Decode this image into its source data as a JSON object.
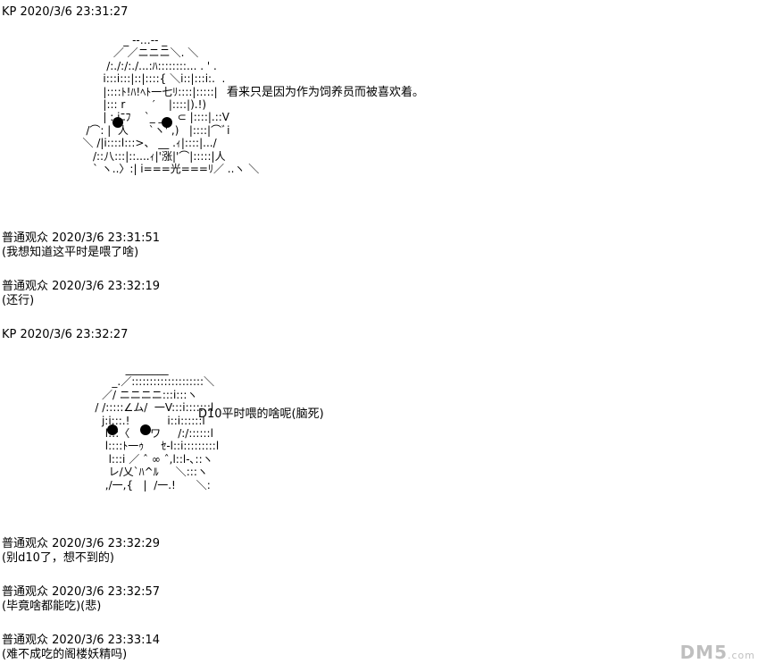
{
  "posts": [
    {
      "header": "KP 2020/3/6 23:31:27"
    },
    {
      "header": "普通观众 2020/3/6 23:31:51",
      "body": "(我想知道这平时是喂了啥)"
    },
    {
      "header": "普通观众 2020/3/6 23:32:19",
      "body": "(还行)"
    },
    {
      "header": "KP 2020/3/6 23:32:27"
    },
    {
      "header": "普通观众 2020/3/6 23:32:29",
      "body": "(别d10了，想不到的)"
    },
    {
      "header": "普通观众 2020/3/6 23:32:57",
      "body": "(毕竟啥都能吃)(悲)"
    },
    {
      "header": "普通观众 2020/3/6 23:33:14",
      "body": "(难不成吃的阁楼妖精吗)"
    }
  ],
  "art1": {
    "art": "                    _ -‐…‐- _\n                 ／ ／ニニニ＼. ＼\n               /:./:/:./...:ﾊ::::::::... . ' .\n              i:::i:::|::|::::{ ＼i::|:::i:.  .\n              |::::ﾄ!ﾊ!ﾍﾄ一七ﾘ::::|:::::|\n              |::: r        ′    |::::|).!)\n              | : iﾆﾌ    `_ _ ,  ⊂ |::::|.::V\n         /⌒: |  人      `ヽ' ,)   |::::|⌒ﾞi\n        ＼ /|i::::l:::>、 __ .ｨ|::::|.../\n           /::八:::|::....ｨ|'涨|'⌒|:::::|人\n           ` ヽ..〉:| i===光===ﾘ／ ..ヽ ＼",
    "side_text": "看来只是因为作为饲养员而被喜欢着。"
  },
  "art2": {
    "art": "                  ________\n              _.／::::::::::::::::::::＼\n           ／/ ニニニニ:::i:::ヽ\n         / /:::::∠ム/  一V:::i:::::::l\n           j:i:::.!           i::i::::::l\n            l:::〈      ワ     /:/::::::l\n            l::::ﾄ一ｩ     ｾ-l::i:::::::::l\n             l:::i ／ ˆ ∞ ˆ,l::l-､::ヽ\n             レ/乂`ﾊ^ﾙ     ＼:::ヽ\n            ,/一,{   |  /一.!      ＼:",
    "side_text": "D10平时喂的啥呢(脑死)"
  },
  "watermark": {
    "main": "DM5",
    "sub": ".com"
  }
}
